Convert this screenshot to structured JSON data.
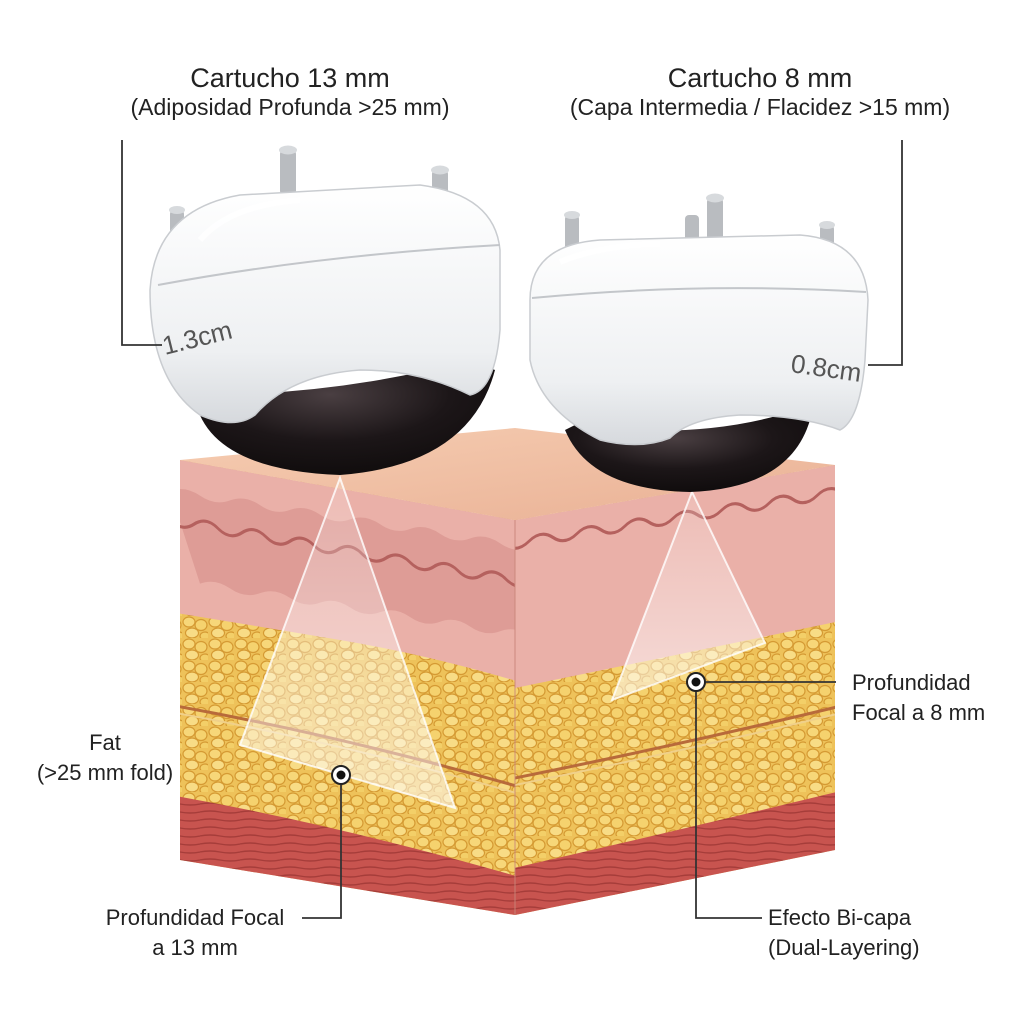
{
  "cartridge_left": {
    "title": "Cartucho 13 mm",
    "subtitle": "(Adiposidad Profunda >25 mm)",
    "body_marking": "1.3cm"
  },
  "cartridge_right": {
    "title": "Cartucho 8 mm",
    "subtitle": "(Capa Intermedia / Flacidez >15 mm)",
    "body_marking": "0.8cm"
  },
  "callouts": {
    "fat": {
      "line1": "Fat",
      "line2": "(>25 mm fold)"
    },
    "focal_13": {
      "line1": "Profundidad Focal",
      "line2": "a 13 mm"
    },
    "focal_8": {
      "line1": "Profundidad",
      "line2": "Focal a 8 mm"
    },
    "bilayer": {
      "line1": "Efecto Bi-capa",
      "line2": "(Dual-Layering)"
    }
  },
  "colors": {
    "skin_top": "#f2c4a8",
    "epidermis": "#eab0a8",
    "dermis_wave": "#c97876",
    "fat": "#eec25a",
    "fat_cell_edge": "#d59a33",
    "muscle": "#c8544f",
    "cartridge_white": "#f3f4f6",
    "cartridge_lens": "#1a1516",
    "leader_line": "#333333"
  }
}
